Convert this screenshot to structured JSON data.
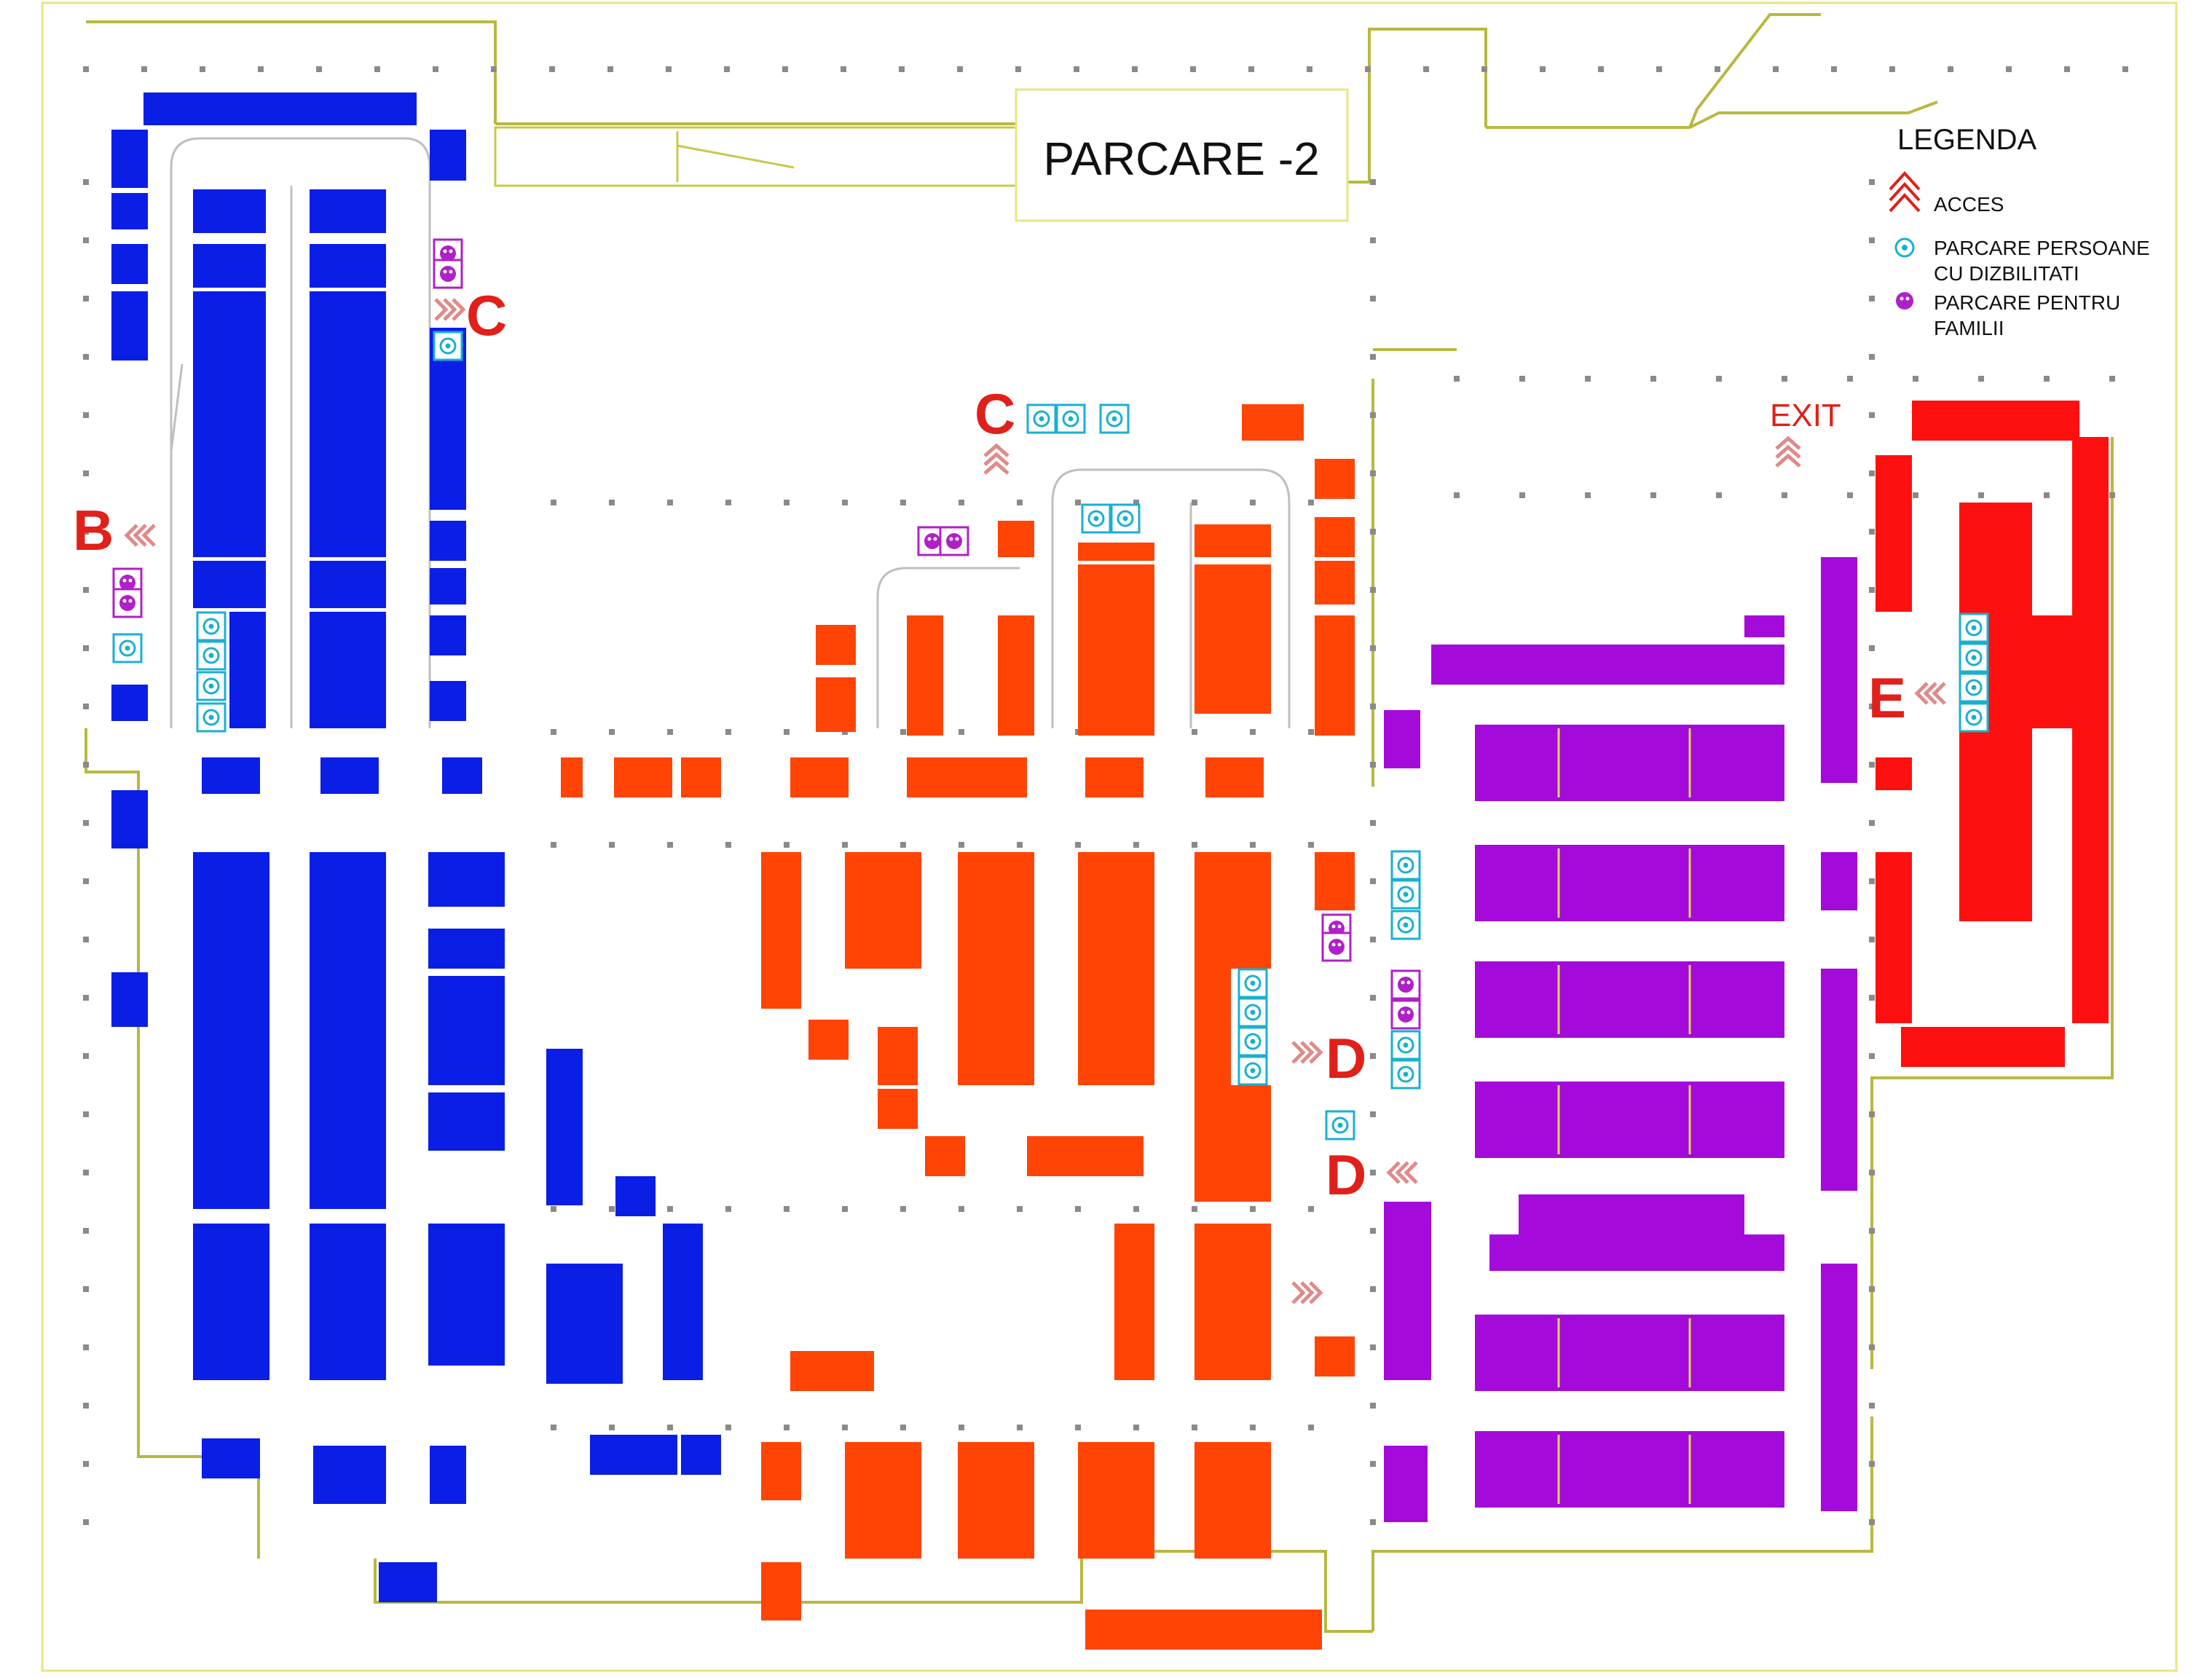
{
  "title": "PARCARE -2",
  "legend": {
    "heading": "LEGENDA",
    "items": [
      {
        "label": "ACCES",
        "icon": "access-chevron-icon"
      },
      {
        "label": "PARCARE PERSOANE",
        "label2": "CU DIZBILITATI",
        "icon": "wheelchair-icon"
      },
      {
        "label": "PARCARE PENTRU",
        "label2": "FAMILII",
        "icon": "family-icon"
      }
    ]
  },
  "labels": {
    "c1": "C",
    "c2": "C",
    "b": "B",
    "d1": "D",
    "d2": "D",
    "e": "E",
    "exit": "EXIT"
  },
  "colors": {
    "blue": "#0a1ee6",
    "orange": "#ff4406",
    "red": "#ff1010",
    "purple": "#a40ad9",
    "wall": "#c8c850",
    "accent": "#e0201a",
    "disabled": "#19b0d0",
    "family": "#b020c8"
  }
}
